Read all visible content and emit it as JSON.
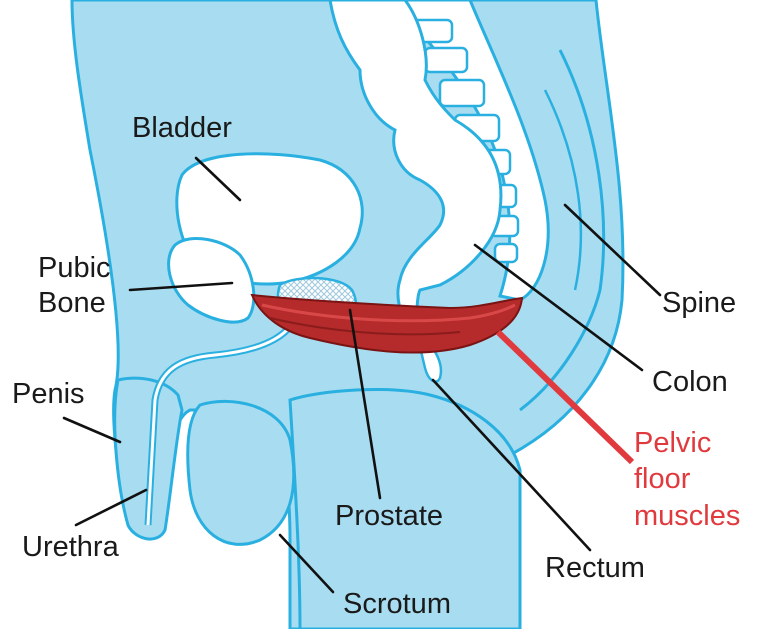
{
  "labels": {
    "bladder": "Bladder",
    "pubic_bone_1": "Pubic",
    "pubic_bone_2": "Bone",
    "penis": "Penis",
    "urethra": "Urethra",
    "spine": "Spine",
    "colon": "Colon",
    "pelvic_floor_1": "Pelvic",
    "pelvic_floor_2": "floor",
    "pelvic_floor_3": "muscles",
    "prostate": "Prostate",
    "rectum": "Rectum",
    "scrotum": "Scrotum"
  },
  "colors": {
    "body_fill": "#a8dcf0",
    "outline": "#2ab0e0",
    "organ_fill": "#ffffff",
    "muscle": "#b52a2a",
    "muscle_highlight": "#d94848",
    "pelvic_label": "#e03a3e",
    "leader_line": "#111111",
    "prostate_hatch": "#9ec9dd"
  }
}
